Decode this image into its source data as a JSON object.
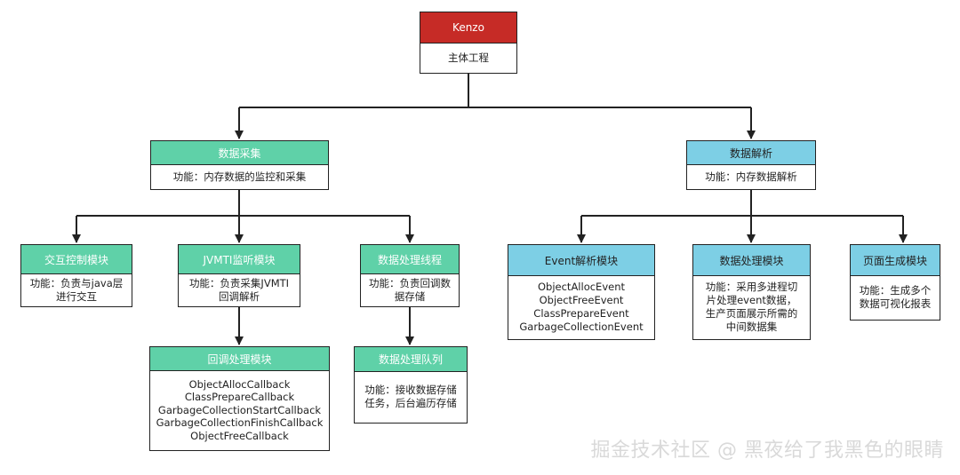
{
  "nodes": {
    "kenzo": {
      "title": "Kenzo",
      "lines": [
        "主体工程"
      ]
    },
    "data_collect": {
      "title": "数据采集",
      "lines": [
        "功能：内存数据的监控和采集"
      ]
    },
    "data_parse": {
      "title": "数据解析",
      "lines": [
        "功能：内存数据解析"
      ]
    },
    "interact": {
      "title": "交互控制模块",
      "lines": [
        "功能：负责与java层",
        "进行交互"
      ]
    },
    "jvmti": {
      "title": "JVMTI监听模块",
      "lines": [
        "功能：负责采集JVMTI",
        "回调解析"
      ]
    },
    "process_thread": {
      "title": "数据处理线程",
      "lines": [
        "功能：负责回调数",
        "据存储"
      ]
    },
    "callback_process": {
      "title": "回调处理模块",
      "lines": [
        "ObjectAllocCallback",
        "ClassPrepareCallback",
        "GarbageCollectionStartCallback",
        "GarbageCollectionFinishCallback",
        "ObjectFreeCallback"
      ]
    },
    "process_queue": {
      "title": "数据处理队列",
      "lines": [
        "功能：接收数据存储",
        "任务，后台遍历存储"
      ]
    },
    "event_parse": {
      "title": "Event解析模块",
      "lines": [
        "ObjectAllocEvent",
        "ObjectFreeEvent",
        "ClassPrepareEvent",
        "GarbageCollectionEvent"
      ]
    },
    "data_process": {
      "title": "数据处理模块",
      "lines": [
        "功能：采用多进程切",
        "片处理event数据，",
        "生产页面展示所需的",
        "中间数据集"
      ]
    },
    "page_gen": {
      "title": "页面生成模块",
      "lines": [
        "功能：生成多个",
        "数据可视化报表"
      ]
    }
  },
  "colors": {
    "root_header": "#c62b26",
    "collect_header": "#5fd1a8",
    "parse_header": "#7dcfe5",
    "border": "#222222",
    "connector": "#222222"
  },
  "watermark": "掘金技术社区 @ 黑夜给了我黑色的眼睛"
}
